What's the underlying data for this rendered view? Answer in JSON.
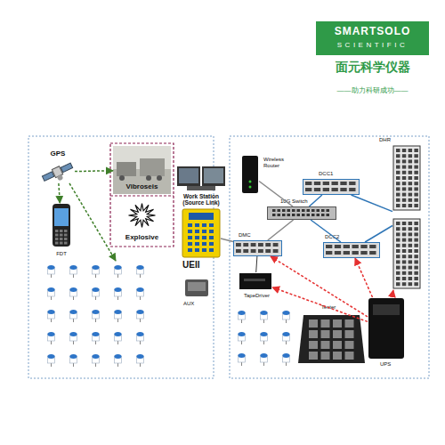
{
  "diagram": {
    "nodes": [
      {
        "text": [
          "SMARTSOLO",
          "SCIENTIFIC"
        ]
      },
      {
        "text": [
          "GPS"
        ]
      },
      {
        "text": [
          "FDT"
        ]
      },
      {
        "text": [
          "Vibroseis"
        ]
      },
      {
        "text": [
          "Explosive"
        ]
      },
      {
        "text": [
          "Work Station (Source Link)"
        ]
      },
      {
        "text": [
          "UEII"
        ]
      },
      {
        "text": [
          "AUX"
        ]
      },
      {
        "text": [
          "Wireless Router"
        ]
      },
      {
        "text": [
          "DCC1"
        ]
      },
      {
        "text": [
          "DHR"
        ]
      },
      {
        "text": [
          "10G Switch"
        ]
      },
      {
        "text": [
          "DMC"
        ]
      },
      {
        "text": [
          "DCC2"
        ]
      },
      {
        "text": [
          "TapeDriver"
        ]
      },
      {
        "text": [
          "Tester"
        ]
      },
      {
        "text": [
          "UPS"
        ]
      }
    ],
    "edges": [
      {
        "from": 1,
        "to": 2,
        "arrow": "to"
      },
      {
        "from": 1,
        "to": 3,
        "arrow": "to"
      },
      {
        "from": 11,
        "to": 9,
        "arrow": "none"
      },
      {
        "from": 11,
        "to": 13,
        "arrow": "none"
      },
      {
        "from": 11,
        "to": 12,
        "arrow": "none"
      },
      {
        "from": 8,
        "to": 11,
        "arrow": "none"
      },
      {
        "from": 9,
        "to": 10,
        "arrow": "none"
      },
      {
        "from": 13,
        "to": 10,
        "arrow": "none"
      },
      {
        "from": 6,
        "to": 12,
        "arrow": "none"
      },
      {
        "from": 12,
        "to": 14,
        "arrow": "none"
      },
      {
        "from": 16,
        "to": 12,
        "arrow": "to"
      },
      {
        "from": 16,
        "to": 13,
        "arrow": "to"
      },
      {
        "from": 16,
        "to": 10,
        "arrow": "to"
      },
      {
        "from": 16,
        "to": 14,
        "arrow": "to"
      }
    ],
    "labels": [
      "面元科学仪器",
      "——助力科研成功——"
    ]
  }
}
